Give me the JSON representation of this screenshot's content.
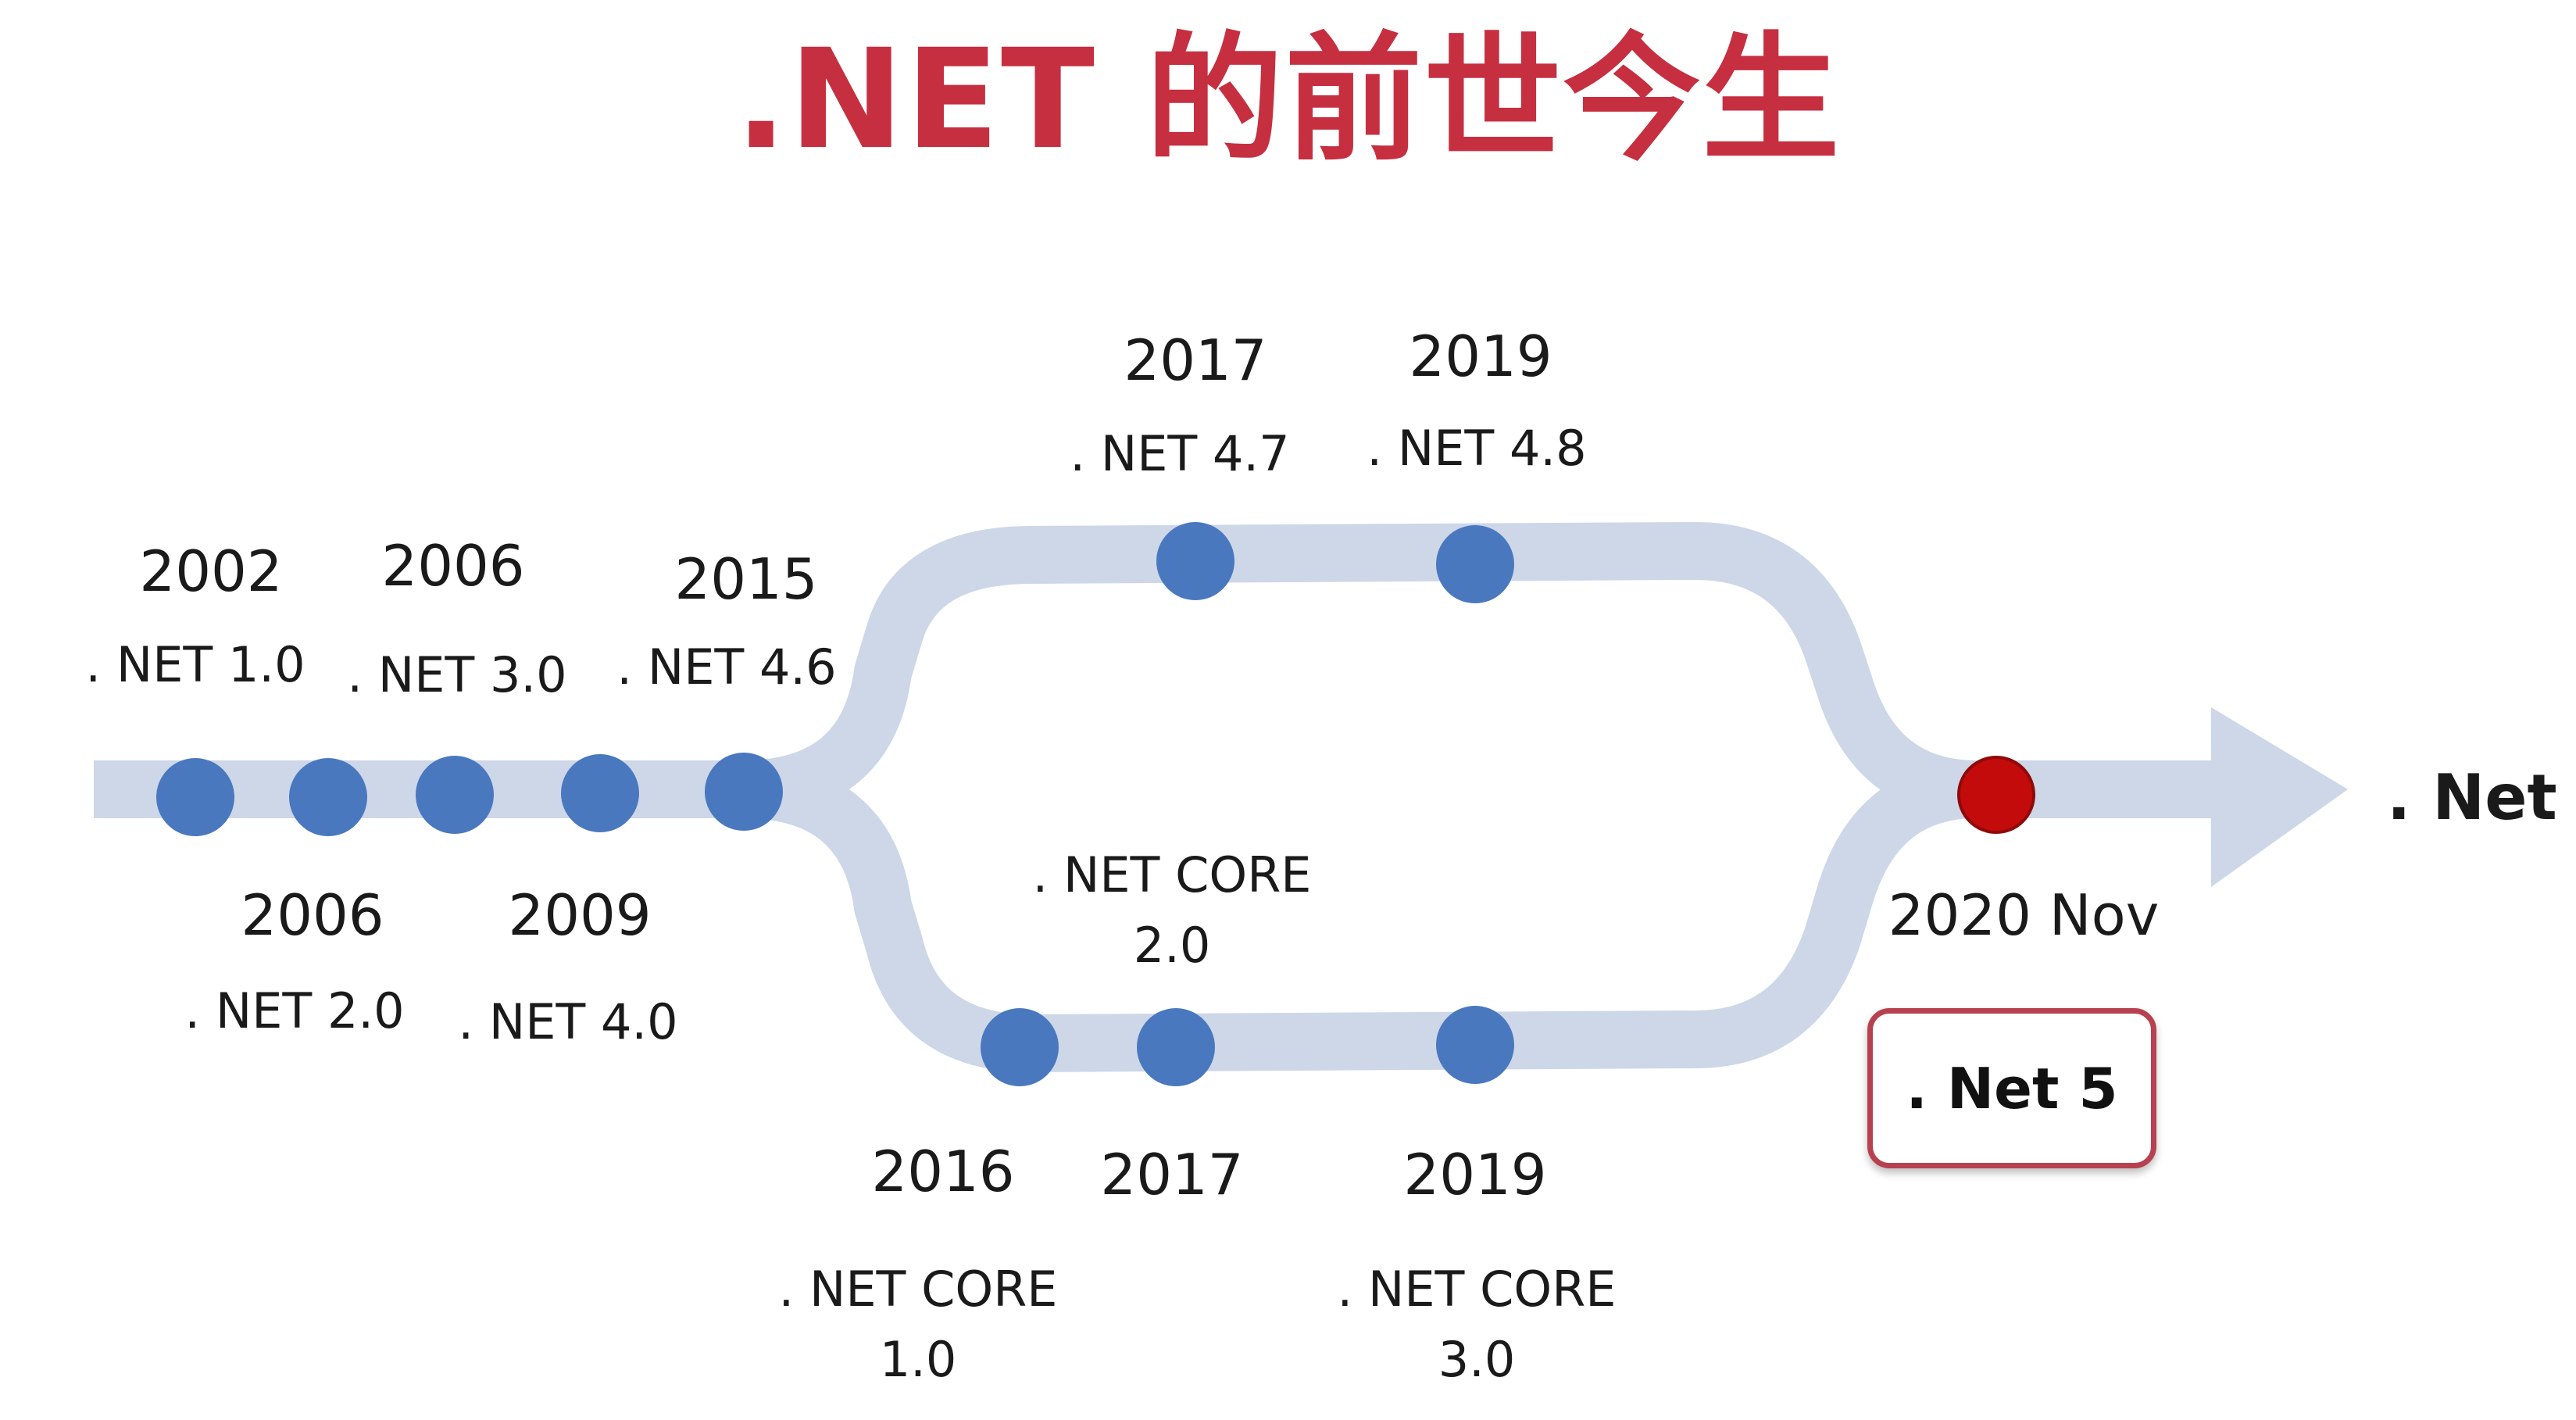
{
  "title": ".NET 的前世今生",
  "colors": {
    "title": "#c62f40",
    "track": "#cdd7e8",
    "milestone": "#4a78bf",
    "current": "#c40b0b",
    "box_border": "#b8414f"
  },
  "milestones": {
    "m2002": {
      "year": "2002",
      "version": ". NET 1.0"
    },
    "m2006a": {
      "year": "2006",
      "version": ". NET 2.0"
    },
    "m2006b": {
      "year": "2006",
      "version": ". NET 3.0"
    },
    "m2009": {
      "year": "2009",
      "version": ". NET 4.0"
    },
    "m2015": {
      "year": "2015",
      "version": ". NET 4.6"
    },
    "m2017fw": {
      "year": "2017",
      "version": ". NET 4.7"
    },
    "m2019fw": {
      "year": "2019",
      "version": ". NET 4.8"
    },
    "m2016core": {
      "year": "2016",
      "version_line1": ". NET CORE",
      "version_line2": "1.0"
    },
    "m2017core": {
      "year": "2017",
      "version_line1": ". NET CORE",
      "version_line2": "2.0"
    },
    "m2019core": {
      "year": "2019",
      "version_line1": ". NET CORE",
      "version_line2": "3.0"
    },
    "m2020": {
      "year": "2020 Nov",
      "version": ". Net 5"
    }
  },
  "end_label": ". Net"
}
